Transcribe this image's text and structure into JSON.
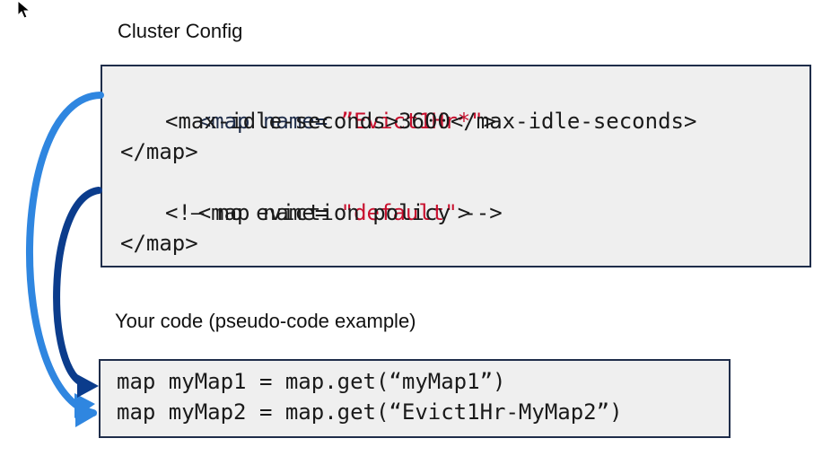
{
  "cluster_config": {
    "heading": "Cluster Config",
    "line1": {
      "prefix": "<map name= ",
      "quoted": "”Evict1Hr*\"",
      "suffix": ">"
    },
    "line2": "<max-idle-seconds>3600</max-idle-seconds>",
    "line3": "</map>",
    "line4": {
      "prefix": "<map name= ",
      "quoted": "\"default\"",
      "suffix": ">"
    },
    "line5": "<!– no eviction policy -->",
    "line6": "</map>"
  },
  "your_code": {
    "heading": "Your code (pseudo-code example)",
    "line1": "map myMap1 = map.get(“myMap1”)",
    "line2": "map myMap2 = map.get(“Evict1Hr-MyMap2”)"
  },
  "colors": {
    "light_arrow": "#2f86e0",
    "dark_arrow": "#0b3c8c",
    "box_border": "#1f2d4a",
    "box_fill": "#efefef",
    "string_red": "#c8102e"
  },
  "icons": {
    "cursor": "mouse-pointer-icon"
  }
}
